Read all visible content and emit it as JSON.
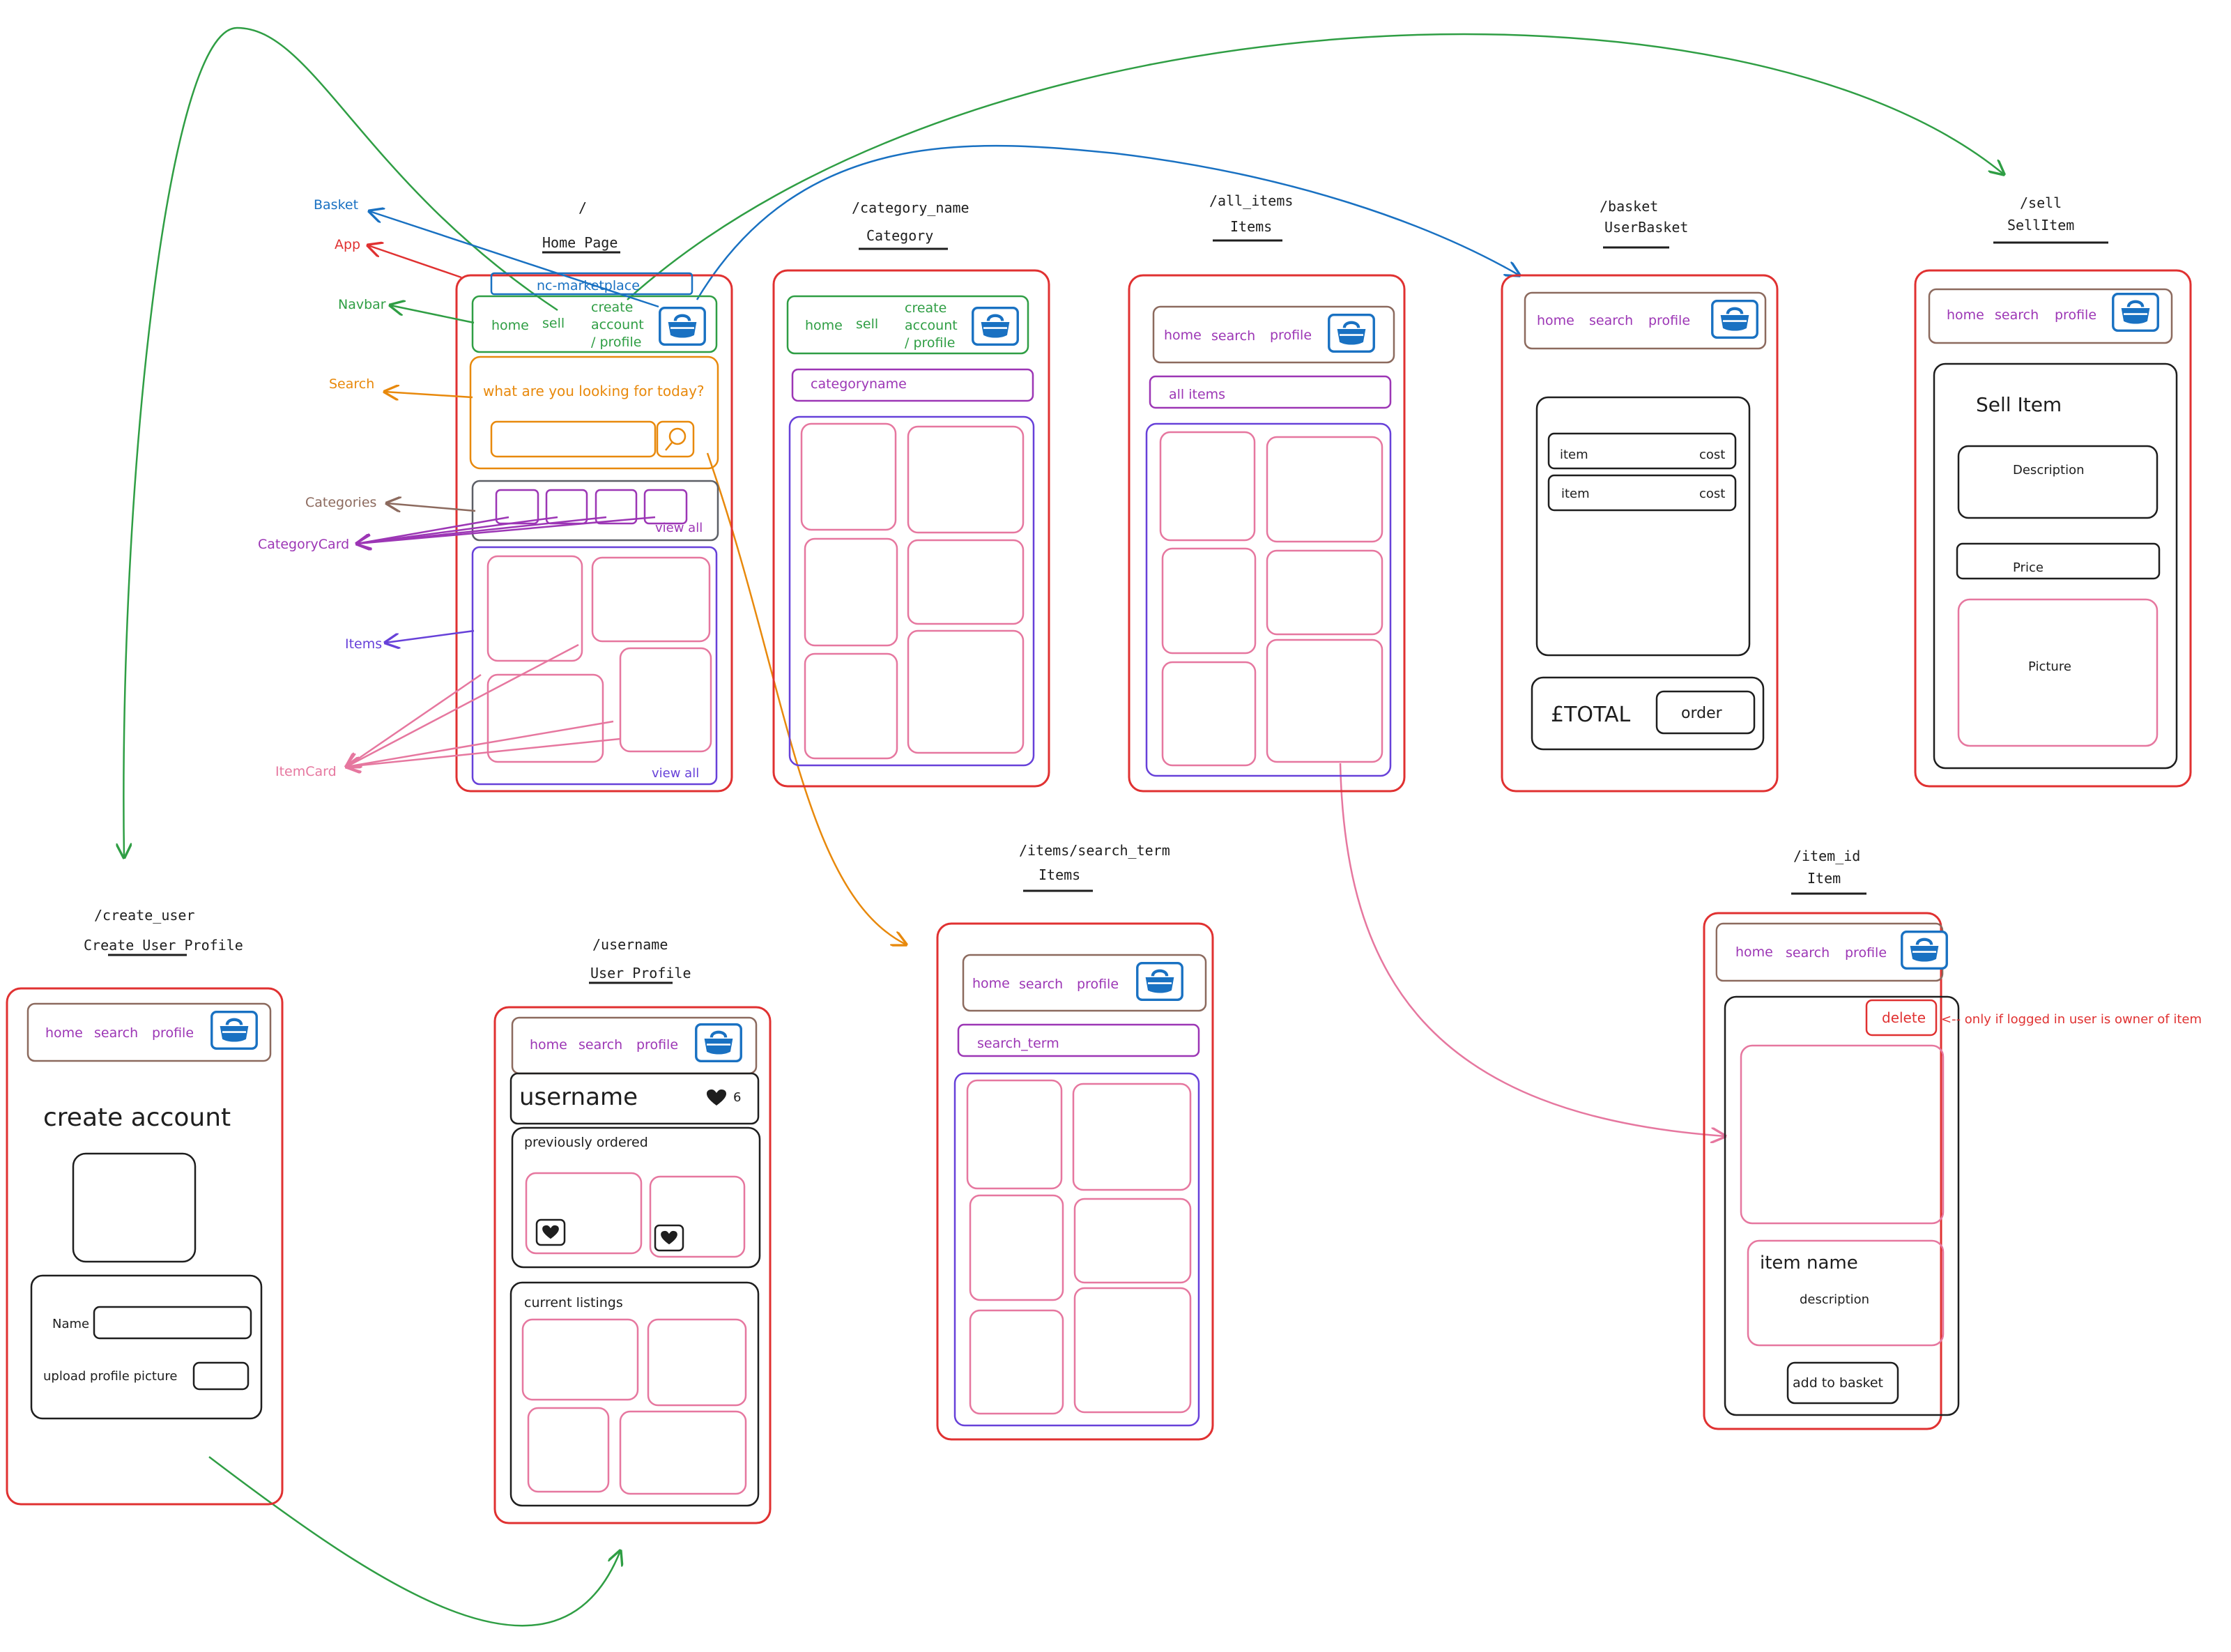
{
  "home": {
    "route": "/",
    "title": "Home Page",
    "app_label": "nc-marketplace",
    "nav": {
      "home": "home",
      "sell": "sell",
      "create": "create",
      "account": "account",
      "profile": "/ profile"
    },
    "search_prompt": "what are you looking for today?",
    "categories_view_all": "view all",
    "items_view_all": "view all"
  },
  "annotations": {
    "basket": "Basket",
    "app": "App",
    "navbar": "Navbar",
    "search": "Search",
    "categories": "Categories",
    "category_card": "CategoryCard",
    "items": "Items",
    "item_card": "ItemCard"
  },
  "category": {
    "route": "/category_name",
    "title": "Category",
    "nav": {
      "home": "home",
      "sell": "sell",
      "create": "create",
      "account": "account",
      "profile": "/ profile"
    },
    "heading": "categoryname"
  },
  "all_items": {
    "route": "/all_items",
    "title": "Items",
    "nav": {
      "home": "home",
      "search": "search",
      "profile": "profile"
    },
    "heading": "all items"
  },
  "basket": {
    "route": "/basket",
    "title": "UserBasket",
    "nav": {
      "home": "home",
      "search": "search",
      "profile": "profile"
    },
    "rows": [
      {
        "item": "item",
        "cost": "cost"
      },
      {
        "item": "item",
        "cost": "cost"
      }
    ],
    "total": "£TOTAL",
    "order": "order"
  },
  "sell": {
    "route": "/sell",
    "title": "SellItem",
    "nav": {
      "home": "home",
      "search": "search",
      "profile": "profile"
    },
    "heading": "Sell Item",
    "description": "Description",
    "price": "Price",
    "picture": "Picture"
  },
  "search_page": {
    "route": "/items/search_term",
    "title": "Items",
    "nav": {
      "home": "home",
      "search": "search",
      "profile": "profile"
    },
    "heading": "search_term"
  },
  "item_page": {
    "route": "/item_id",
    "title": "Item",
    "nav": {
      "home": "home",
      "search": "search",
      "profile": "profile"
    },
    "delete": "delete",
    "note": "<-- only if logged in user is owner of item",
    "item_name": "item name",
    "description": "description",
    "add_to_basket": "add to basket"
  },
  "create_user": {
    "route": "/create_user",
    "title": "Create User Profile",
    "nav": {
      "home": "home",
      "search": "search",
      "profile": "profile"
    },
    "heading": "create account",
    "name_label": "Name",
    "upload_label": "upload profile picture"
  },
  "user_profile": {
    "route": "/username",
    "title": "User Profile",
    "nav": {
      "home": "home",
      "search": "search",
      "profile": "profile"
    },
    "username": "username",
    "likes": "6",
    "previously_ordered": "previously ordered",
    "current_listings": "current listings"
  },
  "colors": {
    "screen": "#e03131",
    "navbar": "#2f9e44",
    "search": "#e8890c",
    "categories": "#8c6a5e",
    "category_card": "#9c36b5",
    "items": "#6741d9",
    "item_card": "#e6779f",
    "basket": "#1971c2"
  },
  "icons": {
    "basket": "basket-icon",
    "heart": "heart-icon",
    "search": "search-icon"
  }
}
